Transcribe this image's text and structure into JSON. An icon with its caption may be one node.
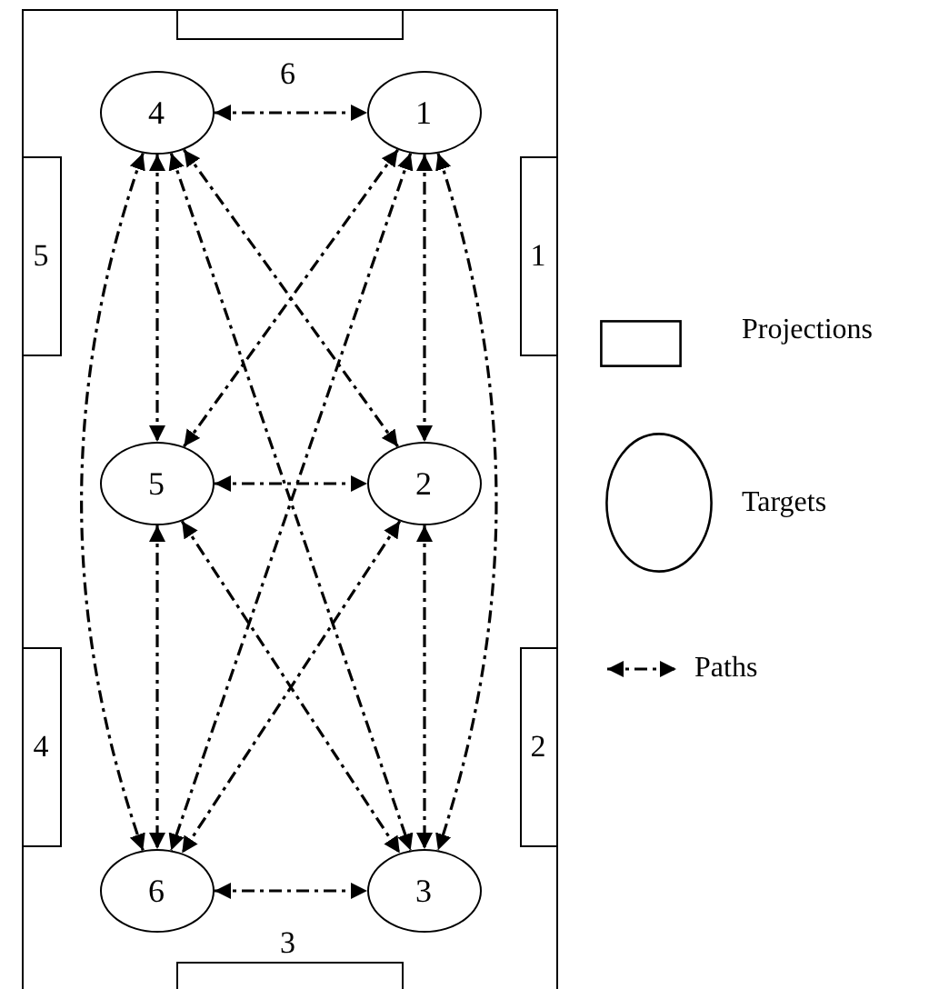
{
  "diagram": {
    "nodes": [
      {
        "text": [],
        "shape": "box"
      },
      {
        "text": [
          "6"
        ],
        "in": 0
      },
      {
        "text": [
          "4"
        ],
        "in": 0
      },
      {
        "text": [
          "1"
        ],
        "in": 0
      },
      {
        "text": [
          "5"
        ],
        "in": 0
      },
      {
        "text": [
          "1"
        ],
        "in": 0
      },
      {
        "text": [
          "5"
        ],
        "in": 0
      },
      {
        "text": [
          "2"
        ],
        "in": 0
      },
      {
        "text": [
          "4"
        ],
        "in": 0
      },
      {
        "text": [
          "2"
        ],
        "in": 0
      },
      {
        "text": [
          "6"
        ],
        "in": 0
      },
      {
        "text": [
          "3"
        ],
        "in": 0
      },
      {
        "text": [
          "3"
        ],
        "in": 0
      }
    ],
    "edges": [
      {
        "from": 2,
        "to": 3,
        "arrow": "both",
        "style": "dashed"
      },
      {
        "from": 2,
        "to": 6,
        "arrow": "both",
        "style": "dashed"
      },
      {
        "from": 2,
        "to": 7,
        "arrow": "both",
        "style": "dashed"
      },
      {
        "from": 2,
        "to": 11,
        "arrow": "both",
        "style": "dashed"
      },
      {
        "from": 2,
        "to": 10,
        "arrow": "both",
        "style": "dashed"
      },
      {
        "from": 3,
        "to": 6,
        "arrow": "both",
        "style": "dashed"
      },
      {
        "from": 3,
        "to": 10,
        "arrow": "both",
        "style": "dashed"
      },
      {
        "from": 3,
        "to": 7,
        "arrow": "both",
        "style": "dashed"
      },
      {
        "from": 3,
        "to": 11,
        "arrow": "both",
        "style": "dashed"
      },
      {
        "from": 6,
        "to": 7,
        "arrow": "both",
        "style": "dashed"
      },
      {
        "from": 6,
        "to": 10,
        "arrow": "both",
        "style": "dashed"
      },
      {
        "from": 6,
        "to": 11,
        "arrow": "both",
        "style": "dashed"
      },
      {
        "from": 7,
        "to": 10,
        "arrow": "both",
        "style": "dashed"
      },
      {
        "from": 7,
        "to": 11,
        "arrow": "both",
        "style": "dashed"
      },
      {
        "from": 10,
        "to": 11,
        "arrow": "both",
        "style": "dashed"
      }
    ],
    "legend": [
      {
        "text": "Projections"
      },
      {
        "text": "Targets"
      },
      {
        "text": "Paths"
      }
    ]
  }
}
